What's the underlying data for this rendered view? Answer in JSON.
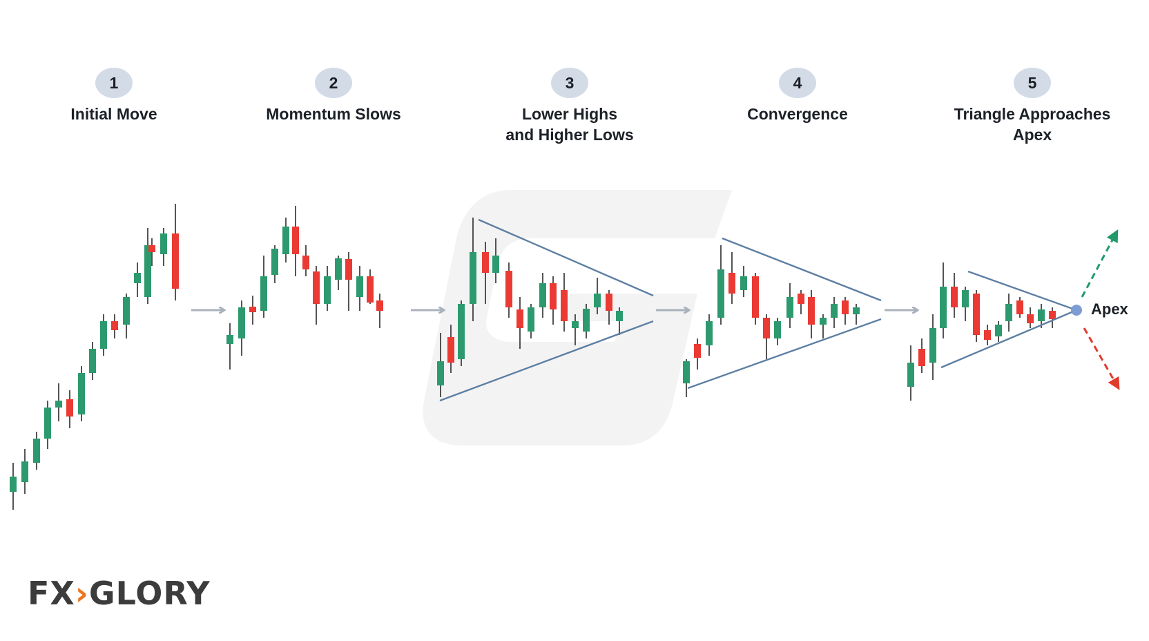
{
  "steps": [
    {
      "number": "1",
      "title": "Initial Move"
    },
    {
      "number": "2",
      "title": "Momentum Slows"
    },
    {
      "number": "3",
      "title": "Lower Highs\nand Higher Lows"
    },
    {
      "number": "4",
      "title": "Convergence"
    },
    {
      "number": "5",
      "title": "Triangle Approaches\nApex"
    }
  ],
  "apex_label": "Apex",
  "brand": {
    "text_before": "FX",
    "text_after": "GLORY"
  },
  "colors": {
    "bullish": "#2c9a6e",
    "bearish": "#ea3a33",
    "trendline": "#5d7ea3",
    "arrow": "#a8b2bd",
    "badge": "#d3dbe7",
    "breakout_up": "#1f9a68",
    "breakout_down": "#e03a2c",
    "apex_dot": "#7d9cd1"
  },
  "icons": [
    "flow-arrow-icon",
    "breakout-up-arrow-icon",
    "breakout-down-arrow-icon",
    "apex-dot-icon"
  ]
}
